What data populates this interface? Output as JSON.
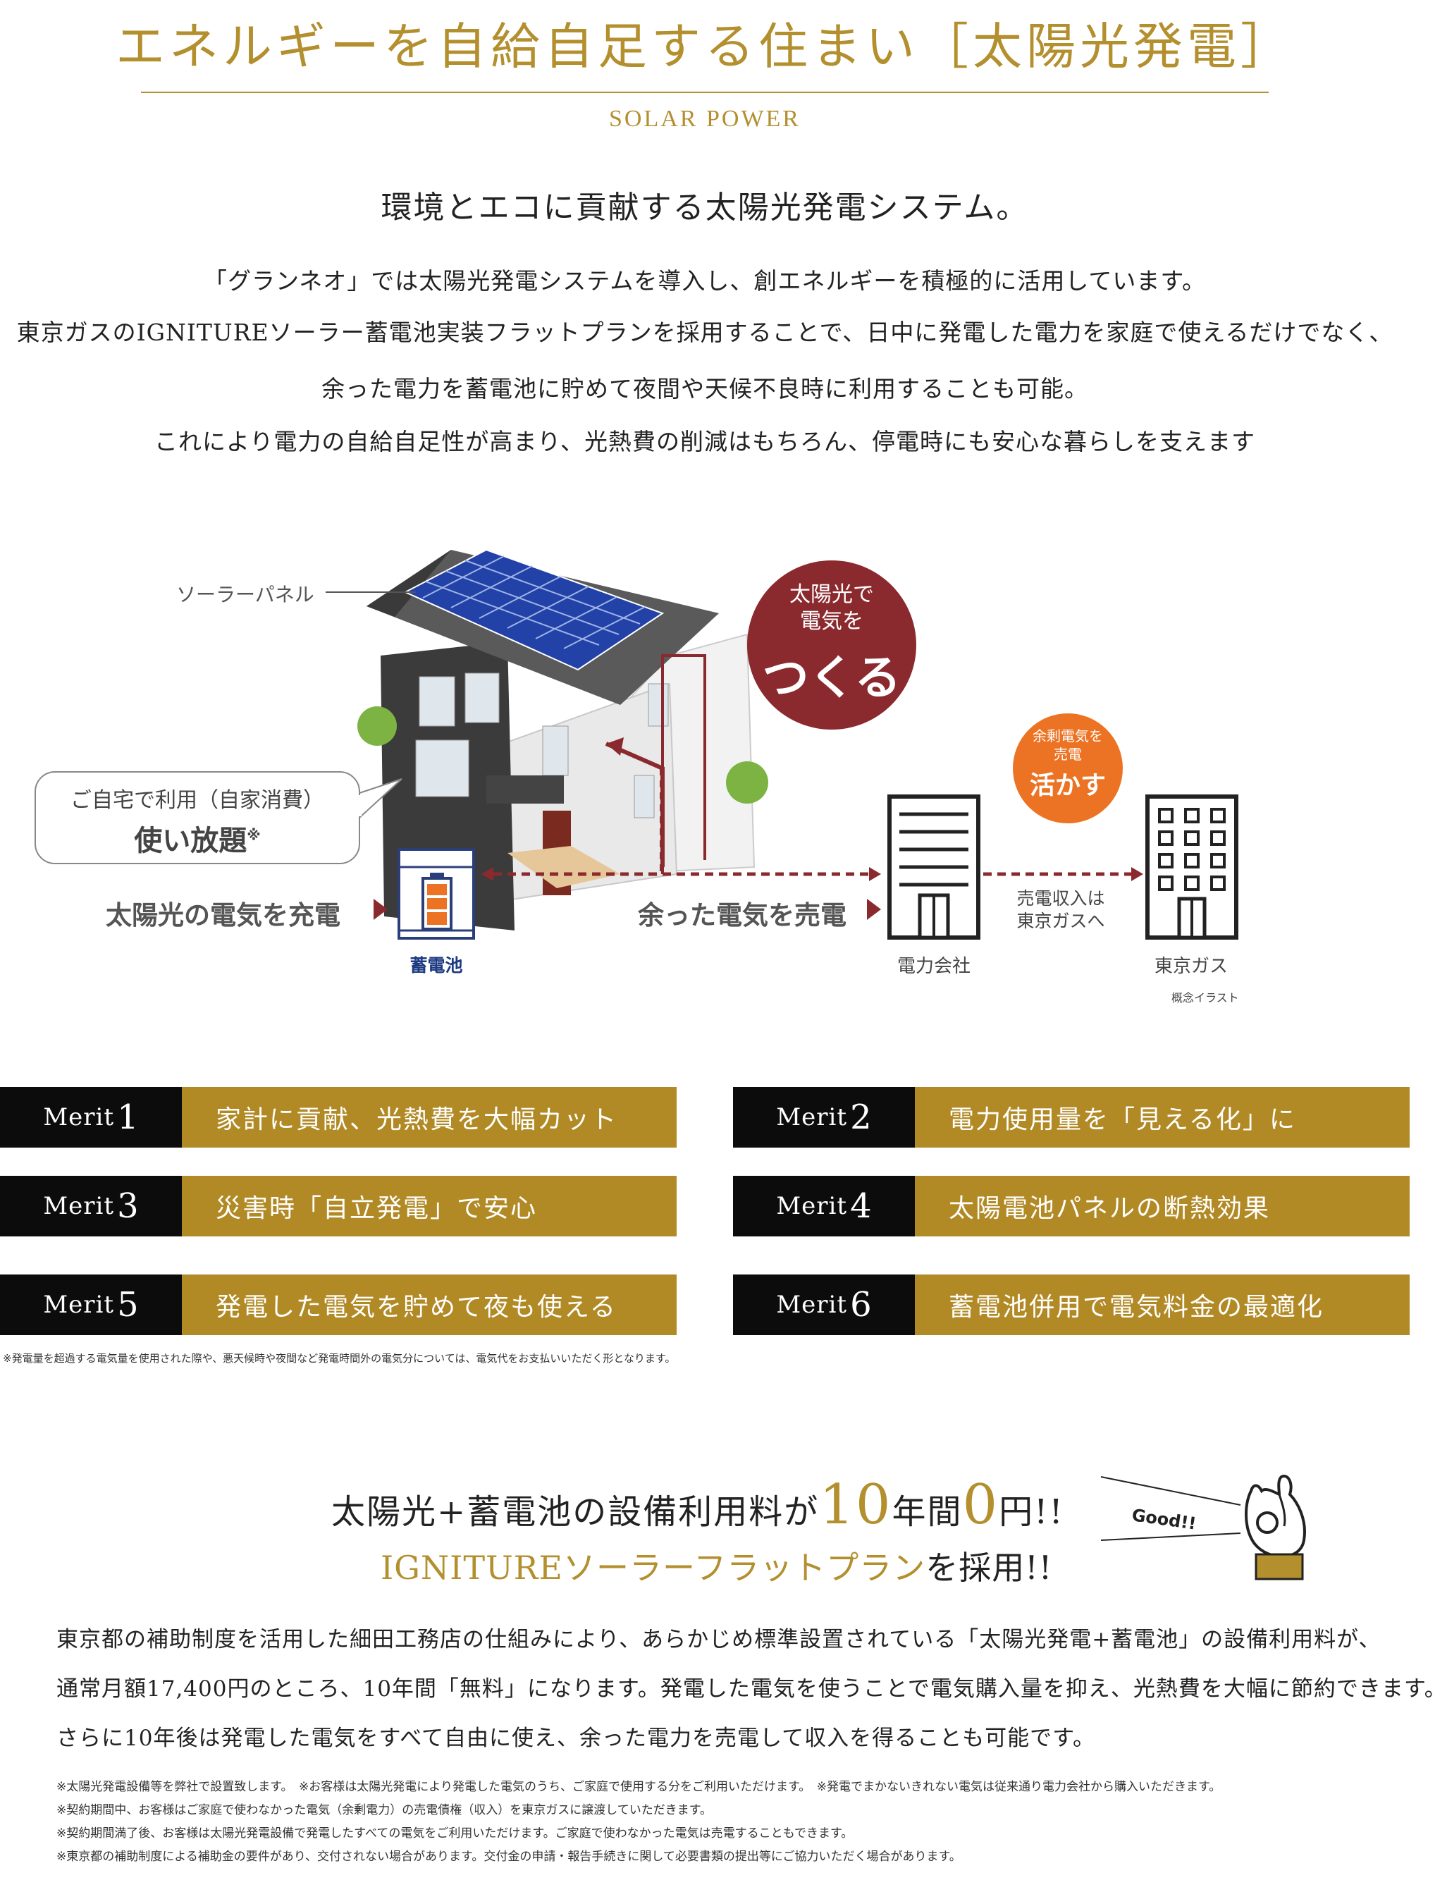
{
  "header": {
    "title": "エネルギーを自給自足する住まい［太陽光発電］",
    "subtitle": "SOLAR POWER"
  },
  "intro": {
    "catch": "環境とエコに貢献する太陽光発電システム。",
    "lines": [
      "「グランネオ」では太陽光発電システムを導入し、創エネルギーを積極的に活用しています。",
      "東京ガスのIGNITUREソーラー蓄電池実装フラットプランを採用することで、日中に発電した電力を家庭で使えるだけでなく、",
      "余った電力を蓄電池に貯めて夜間や天候不良時に利用することも可能。",
      "これにより電力の自給自足性が高まり、光熱費の削減はもちろん、停電時にも安心な暮らしを支えます"
    ]
  },
  "diagram": {
    "solar_panel_label": "ソーラーパネル",
    "bubble_red": {
      "line1": "太陽光で",
      "line2": "電気を",
      "big": "つくる"
    },
    "bubble_orange": {
      "line1": "余剰電気を",
      "line2": "売電",
      "big": "活かす"
    },
    "callout": {
      "line1": "ご自宅で利用（自家消費）",
      "line2": "使い放題",
      "mark": "※"
    },
    "charge_label": "太陽光の電気を充電",
    "battery_label": "蓄電池",
    "sell_label": "余った電気を売電",
    "power_company_label": "電力会社",
    "income_line1": "売電収入は",
    "income_line2": "東京ガスへ",
    "tokyo_gas_label": "東京ガス",
    "concept_note": "概念イラスト"
  },
  "merits": [
    {
      "word": "Merit",
      "num": "1",
      "text": "家計に貢献、光熱費を大幅カット"
    },
    {
      "word": "Merit",
      "num": "2",
      "text": "電力使用量を「見える化」に"
    },
    {
      "word": "Merit",
      "num": "3",
      "text": "災害時「自立発電」で安心"
    },
    {
      "word": "Merit",
      "num": "4",
      "text": "太陽電池パネルの断熱効果"
    },
    {
      "word": "Merit",
      "num": "5",
      "text": "発電した電気を貯めて夜も使える"
    },
    {
      "word": "Merit",
      "num": "6",
      "text": "蓄電池併用で電気料金の最適化"
    }
  ],
  "merit_note": "※発電量を超過する電気量を使用された際や、悪天候時や夜間など発電時間外の電気分については、電気代をお支払いいただく形となります。",
  "plan": {
    "line1_a": "太陽光+蓄電池の設備利用料が",
    "line1_num1": "10",
    "line1_b": "年間",
    "line1_num2": "0",
    "line1_c": "円!!",
    "line2_a": "IGNITUREソーラーフラットプラン",
    "line2_b": "を採用!!",
    "good": "Good!!",
    "body": [
      "東京都の補助制度を活用した細田工務店の仕組みにより、あらかじめ標準設置されている「太陽光発電+蓄電池」の設備利用料が、",
      "通常月額17,400円のところ、10年間「無料」になります。発電した電気を使うことで電気購入量を抑え、光熱費を大幅に節約できます。",
      "さらに10年後は発電した電気をすべて自由に使え、余った電力を売電して収入を得ることも可能です。"
    ],
    "footnotes": [
      "※太陽光発電設備等を弊社で設置致します。　※お客様は太陽光発電により発電した電気のうち、ご家庭で使用する分をご利用いただけます。　※発電でまかないきれない電気は従来通り電力会社から購入いただきます。",
      "※契約期間中、お客様はご家庭で使わなかった電気（余剰電力）の売電債権（収入）を東京ガスに譲渡していただきます。",
      "※契約期間満了後、お客様は太陽光発電設備で発電したすべての電気をご利用いただけます。ご家庭で使わなかった電気は売電することもできます。",
      "※東京都の補助制度による補助金の要件があり、交付されない場合があります。交付金の申請・報告手続きに関して必要書類の提出等にご協力いただく場合があります。"
    ]
  },
  "colors": {
    "gold": "#b38f2e",
    "merit_gold": "#b18a25",
    "merit_black": "#0c0c0c",
    "maroon": "#8b2a2e",
    "orange": "#ec7323",
    "navy": "#1e3b82"
  }
}
